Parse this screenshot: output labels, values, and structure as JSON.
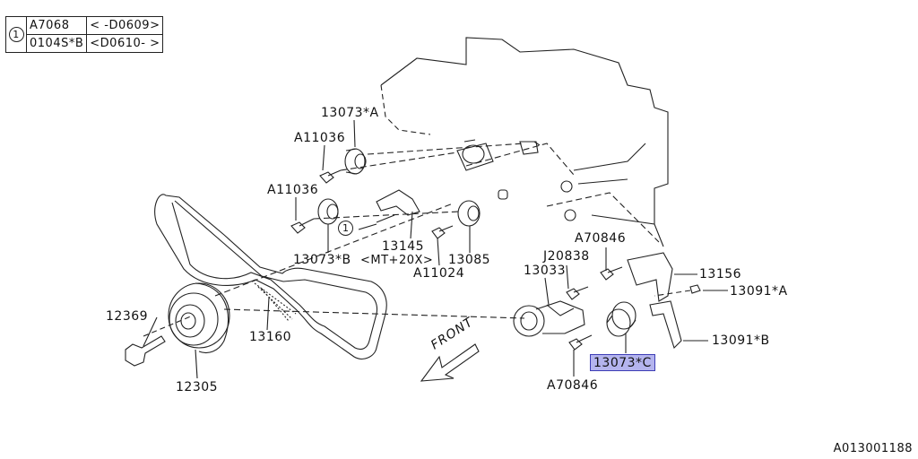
{
  "legend": {
    "number": "1",
    "rows": [
      {
        "part": "A7068",
        "range": "< -D0609>"
      },
      {
        "part": "0104S*B",
        "range": "<D0610- >"
      }
    ]
  },
  "callout": "1",
  "labels": {
    "p13073a": "13073*A",
    "pa11036_1": "A11036",
    "pa11036_2": "A11036",
    "p13073b": "13073*B",
    "p13145": "13145",
    "p13145_note": "<MT+20X>",
    "pa11024": "A11024",
    "p13085": "13085",
    "pa70846_1": "A70846",
    "pj20838": "J20838",
    "p13033": "13033",
    "p13156": "13156",
    "p13091a": "13091*A",
    "p13091b": "13091*B",
    "p13073c": "13073*C",
    "pa70846_2": "A70846",
    "p12369": "12369",
    "p12305": "12305",
    "p13160": "13160",
    "front": "FRONT"
  },
  "diagram_code": "A013001188",
  "colors": {
    "highlight": "#b4b4ee",
    "highlight_border": "#3d3db5",
    "line": "#222222"
  }
}
